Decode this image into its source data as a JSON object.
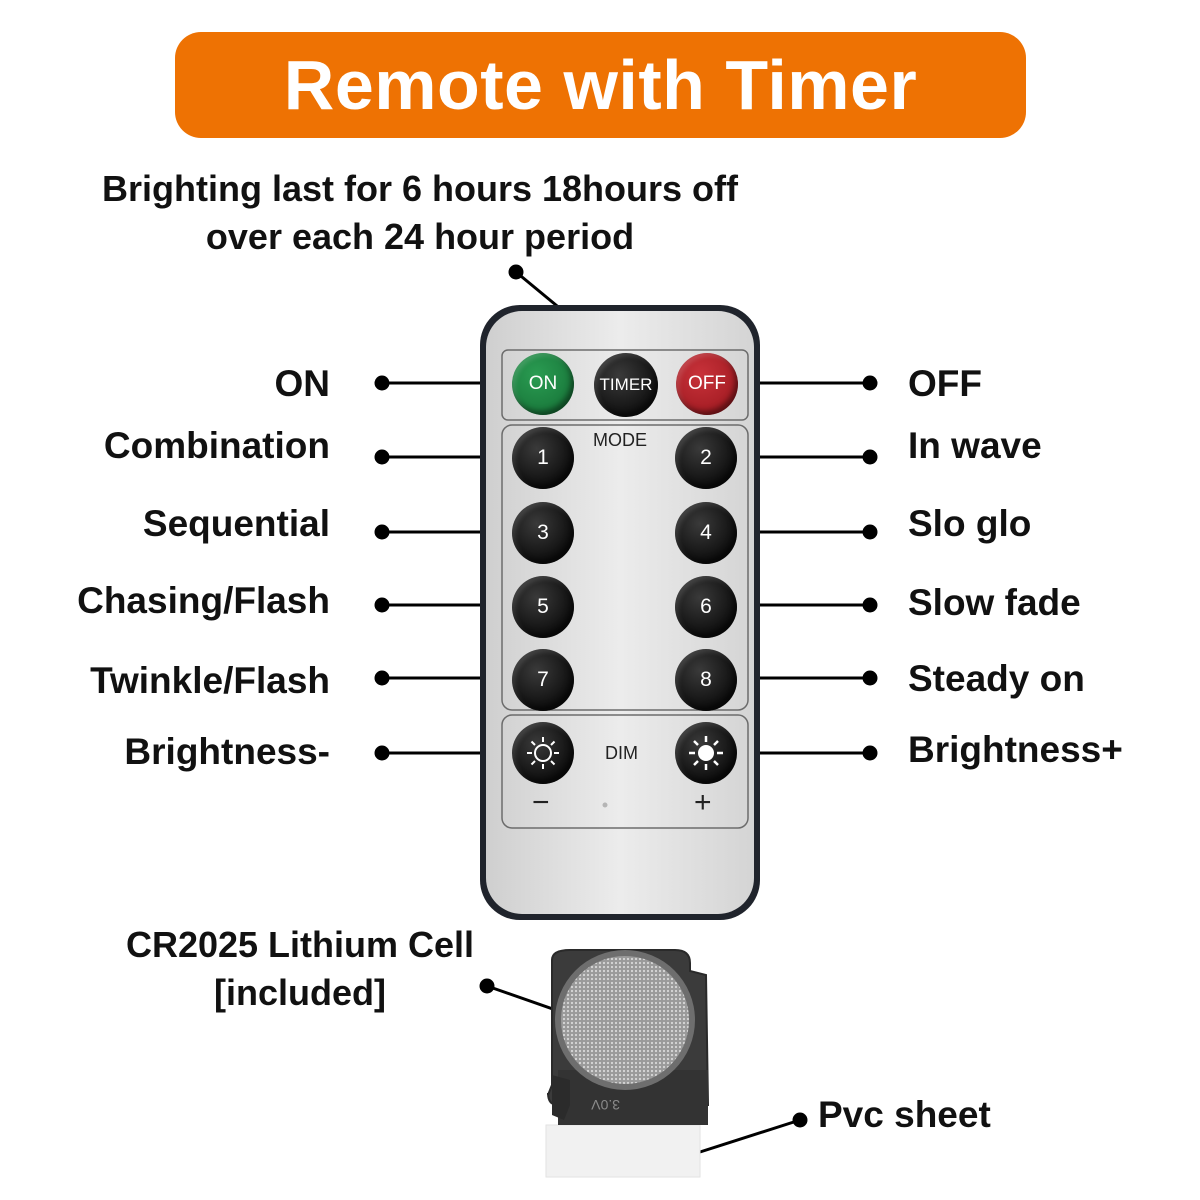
{
  "title": "Remote with Timer",
  "colors": {
    "banner": "#ee7203",
    "on_button": "#1a7a3c",
    "off_button": "#a51d24",
    "timer_button": "#101010"
  },
  "timer_note": {
    "line1": "Brighting last for 6 hours 18hours off",
    "line2": "over each 24 hour period"
  },
  "remote": {
    "on_label": "ON",
    "timer_label": "TIMER",
    "off_label": "OFF",
    "mode_label": "MODE",
    "dim_label": "DIM",
    "minus": "−",
    "plus": "+",
    "mode_buttons": [
      "1",
      "2",
      "3",
      "4",
      "5",
      "6",
      "7",
      "8"
    ]
  },
  "labels_left": [
    "ON",
    "Combination",
    "Sequential",
    "Chasing/Flash",
    "Twinkle/Flash",
    "Brightness-"
  ],
  "labels_right": [
    "OFF",
    "In wave",
    "Slo glo",
    "Slow fade",
    "Steady on",
    "Brightness+"
  ],
  "battery": {
    "line1": "CR2025 Lithium Cell",
    "line2": "[included]",
    "engraving": "3.0V"
  },
  "pvc_label": "Pvc sheet",
  "icons": [
    "sun-dim-icon",
    "sun-bright-icon"
  ]
}
